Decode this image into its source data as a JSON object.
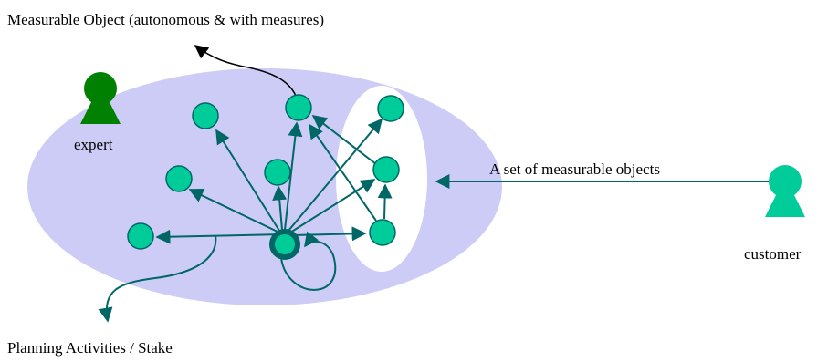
{
  "labels": {
    "measurable_object": "Measurable Object (autonomous & with measures)",
    "expert": "expert",
    "set_of_objects": "A set of measurable objects",
    "customer": "customer",
    "planning": "Planning Activities / Stake"
  },
  "colors": {
    "domain_fill": "#ccccf6",
    "inner_set_fill": "#ffffff",
    "node_fill": "#00cc99",
    "node_stroke": "#006666",
    "arrow": "#006666",
    "expert_icon": "#008000",
    "customer_icon": "#00cc99",
    "callout_line": "#000000"
  },
  "icons": {
    "expert": "person-icon",
    "customer": "person-icon"
  }
}
